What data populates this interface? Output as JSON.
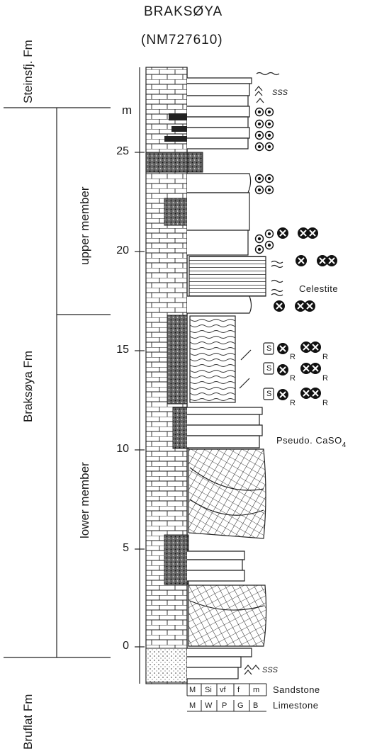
{
  "title": {
    "line1": "BRAKSØYA",
    "line2": "(NM727610)"
  },
  "formations": {
    "steinsfj": "Steinsfj. Fm",
    "braksoya": "Braksøya Fm",
    "bruflat": "Bruflat Fm",
    "upper_member": "upper member",
    "lower_member": "lower member"
  },
  "depth_axis": {
    "unit": "m",
    "ticks": [
      "25",
      "20",
      "15",
      "10",
      "5",
      "0"
    ],
    "range": [
      -2,
      29
    ],
    "tick_values": [
      25,
      20,
      15,
      10,
      5,
      0
    ]
  },
  "annotations": {
    "celestite": "Celestite",
    "pseudo_caso4": "Pseudo. CaSO",
    "pseudo_sub": "4",
    "r": "R",
    "s": "S",
    "sss": "SSS"
  },
  "grain_scale": {
    "sandstone_classes": [
      "M",
      "Si",
      "vf",
      "f",
      "m"
    ],
    "sandstone_label": "Sandstone",
    "limestone_classes": [
      "M",
      "W",
      "P",
      "G",
      "B"
    ],
    "limestone_label": "Limestone"
  }
}
